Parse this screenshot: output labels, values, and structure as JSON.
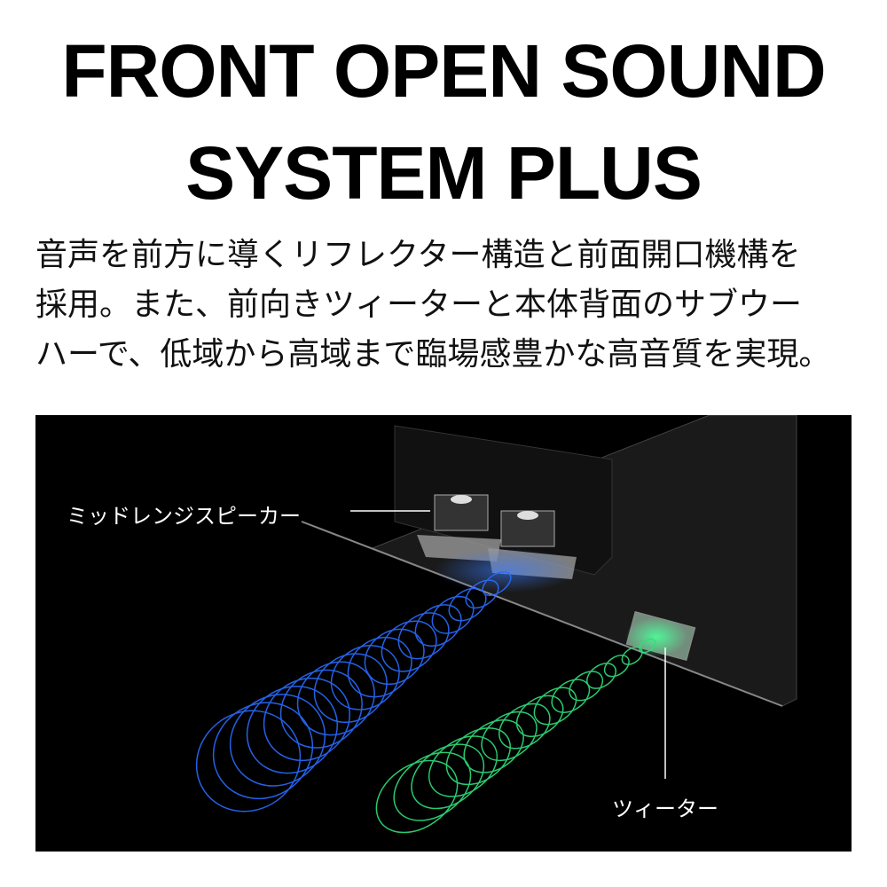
{
  "title": {
    "line1": "FRONT OPEN SOUND",
    "line2": "SYSTEM PLUS"
  },
  "description": {
    "line1": "音声を前方に導くリフレクター構造と前面開口機構を",
    "line2": "採用。また、前向きツィーターと本体背面のサブウー",
    "line3": "ハーで、低域から高域まで臨場感豊かな高音質を実現。"
  },
  "illustration": {
    "midrange_label": "ミッドレンジスピーカー",
    "tweeter_label": "ツィーター",
    "colors": {
      "background": "#000000",
      "midrange_wave": "#2a6cff",
      "tweeter_wave": "#2fe07a"
    }
  }
}
